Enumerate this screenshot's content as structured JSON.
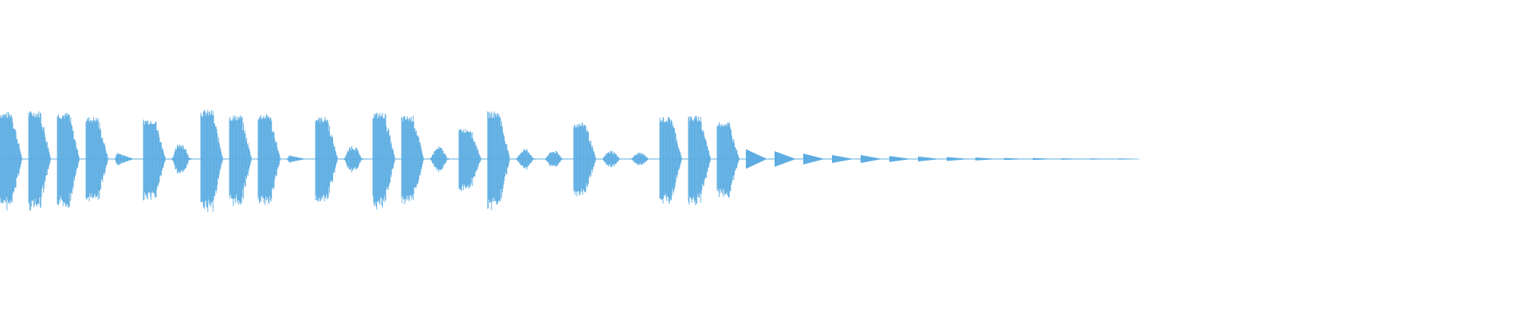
{
  "waveform": {
    "color": "#5dade2",
    "background": "#ffffff",
    "segments": [
      {
        "amp": 0.96,
        "type": "burst"
      },
      {
        "amp": 0.98,
        "type": "burst"
      },
      {
        "amp": 0.95,
        "type": "burst"
      },
      {
        "amp": 0.86,
        "type": "burst"
      },
      {
        "amp": 0.16,
        "type": "soft"
      },
      {
        "amp": 0.82,
        "type": "burst"
      },
      {
        "amp": 0.36,
        "type": "medium"
      },
      {
        "amp": 1.0,
        "type": "burst"
      },
      {
        "amp": 0.9,
        "type": "burst"
      },
      {
        "amp": 0.92,
        "type": "burst"
      },
      {
        "amp": 0.09,
        "type": "soft"
      },
      {
        "amp": 0.86,
        "type": "burst"
      },
      {
        "amp": 0.3,
        "type": "medium"
      },
      {
        "amp": 0.95,
        "type": "burst"
      },
      {
        "amp": 0.88,
        "type": "burst"
      },
      {
        "amp": 0.26,
        "type": "medium"
      },
      {
        "amp": 0.62,
        "type": "burst"
      },
      {
        "amp": 0.97,
        "type": "burst"
      },
      {
        "amp": 0.22,
        "type": "medium"
      },
      {
        "amp": 0.18,
        "type": "medium"
      },
      {
        "amp": 0.74,
        "type": "burst"
      },
      {
        "amp": 0.18,
        "type": "medium"
      },
      {
        "amp": 0.14,
        "type": "medium"
      },
      {
        "amp": 0.86,
        "type": "burst"
      },
      {
        "amp": 0.88,
        "type": "burst"
      },
      {
        "amp": 0.76,
        "type": "burst"
      },
      {
        "amp": 0.2,
        "type": "fade"
      },
      {
        "amp": 0.16,
        "type": "fade"
      },
      {
        "amp": 0.11,
        "type": "fade"
      },
      {
        "amp": 0.08,
        "type": "fade"
      },
      {
        "amp": 0.08,
        "type": "fade"
      },
      {
        "amp": 0.06,
        "type": "fade"
      },
      {
        "amp": 0.05,
        "type": "fade"
      },
      {
        "amp": 0.04,
        "type": "fade"
      },
      {
        "amp": 0.03,
        "type": "fade"
      },
      {
        "amp": 0.02,
        "type": "fade"
      },
      {
        "amp": 0.02,
        "type": "fade"
      },
      {
        "amp": 0.015,
        "type": "fade"
      },
      {
        "amp": 0.012,
        "type": "fade"
      },
      {
        "amp": 0.01,
        "type": "fade"
      }
    ]
  }
}
